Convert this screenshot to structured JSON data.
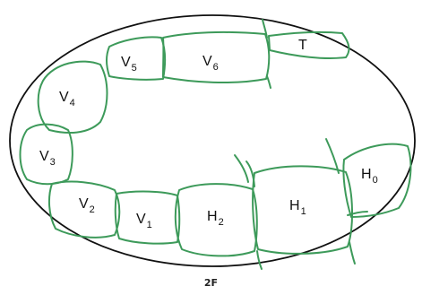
{
  "colors": {
    "outline": "#111111",
    "segment_stroke": "#3d9a5a"
  },
  "segments": [
    {
      "id": "V5",
      "letter": "V",
      "sub": "5"
    },
    {
      "id": "V6",
      "letter": "V",
      "sub": "6"
    },
    {
      "id": "T",
      "letter": "T",
      "sub": ""
    },
    {
      "id": "V4",
      "letter": "V",
      "sub": "4"
    },
    {
      "id": "V3",
      "letter": "V",
      "sub": "3"
    },
    {
      "id": "V2",
      "letter": "V",
      "sub": "2"
    },
    {
      "id": "V1",
      "letter": "V",
      "sub": "1"
    },
    {
      "id": "H2",
      "letter": "H",
      "sub": "2"
    },
    {
      "id": "H1",
      "letter": "H",
      "sub": "1"
    },
    {
      "id": "H0",
      "letter": "H",
      "sub": "0"
    }
  ],
  "caption": "2F"
}
